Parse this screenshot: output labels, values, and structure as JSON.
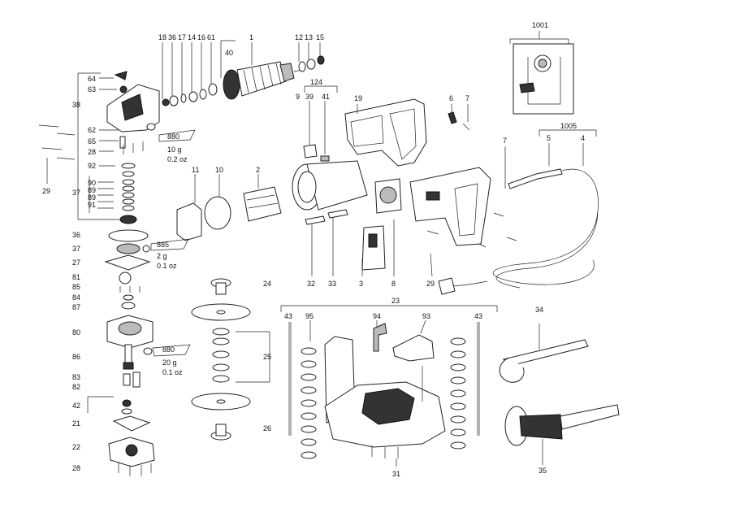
{
  "diagram": {
    "weights": [
      {
        "grams": "10 g",
        "ounces": "0.2 oz"
      },
      {
        "grams": "2 g",
        "ounces": "0.1 oz"
      },
      {
        "grams": "20 g",
        "ounces": "0.1 oz"
      }
    ],
    "labels": {
      "l1001": "1001",
      "l1005": "1005",
      "l124": "124",
      "l880a": "880",
      "l885": "885",
      "l880b": "880",
      "l18": "18",
      "l36a": "36",
      "l17": "17",
      "l14": "14",
      "l16": "16",
      "l61": "61",
      "l1": "1",
      "l40": "40",
      "l12": "12",
      "l13": "13",
      "l15": "15",
      "l9": "9",
      "l39": "39",
      "l41": "41",
      "l19": "19",
      "l6": "6",
      "l7a": "7",
      "l7b": "7",
      "l5": "5",
      "l4": "4",
      "l64": "64",
      "l63": "63",
      "l38": "38",
      "l62": "62",
      "l65": "65",
      "l28a": "28",
      "l29a": "29",
      "l92": "92",
      "l90": "90",
      "l89a": "89",
      "l89b": "89",
      "l91": "91",
      "l37a": "37",
      "l11": "11",
      "l10": "10",
      "l2": "2",
      "l36b": "36",
      "l37b": "37",
      "l27": "27",
      "l81": "81",
      "l85": "85",
      "l84": "84",
      "l87": "87",
      "l80": "80",
      "l86": "86",
      "l83": "83",
      "l82": "82",
      "l42": "42",
      "l21": "21",
      "l22": "22",
      "l28b": "28",
      "l24": "24",
      "l25": "25",
      "l26": "26",
      "l32": "32",
      "l33": "33",
      "l3": "3",
      "l8": "8",
      "l29b": "29",
      "l23": "23",
      "l43a": "43",
      "l95": "95",
      "l94": "94",
      "l93": "93",
      "l43b": "43",
      "l31": "31",
      "l34": "34",
      "l35": "35"
    }
  }
}
